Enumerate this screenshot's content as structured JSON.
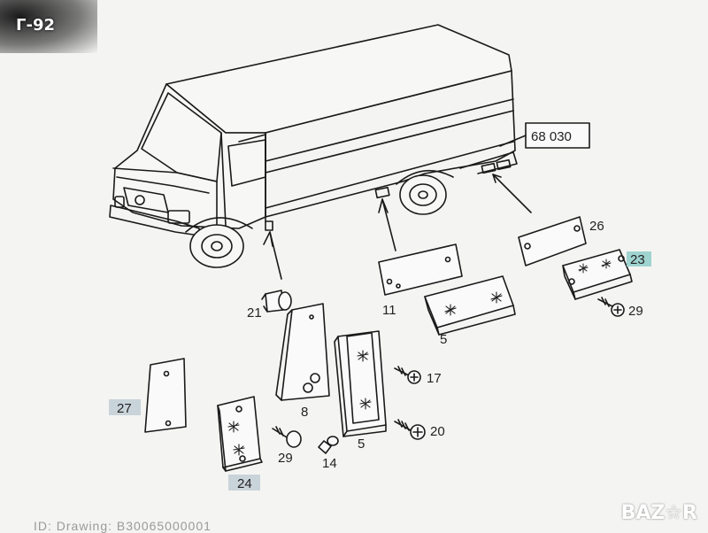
{
  "corner_tag": "Г-92",
  "ref_code": "68 030",
  "callouts": {
    "n21": "21",
    "n11": "11",
    "n26": "26",
    "n23": "23",
    "n29a": "29",
    "n5a": "5",
    "n17": "17",
    "n27": "27",
    "n8": "8",
    "n20": "20",
    "n29b": "29",
    "n14": "14",
    "n5b": "5",
    "n24": "24"
  },
  "bottom_text": "ID: Drawing: B30065000001",
  "watermark": "BAZ☆R"
}
